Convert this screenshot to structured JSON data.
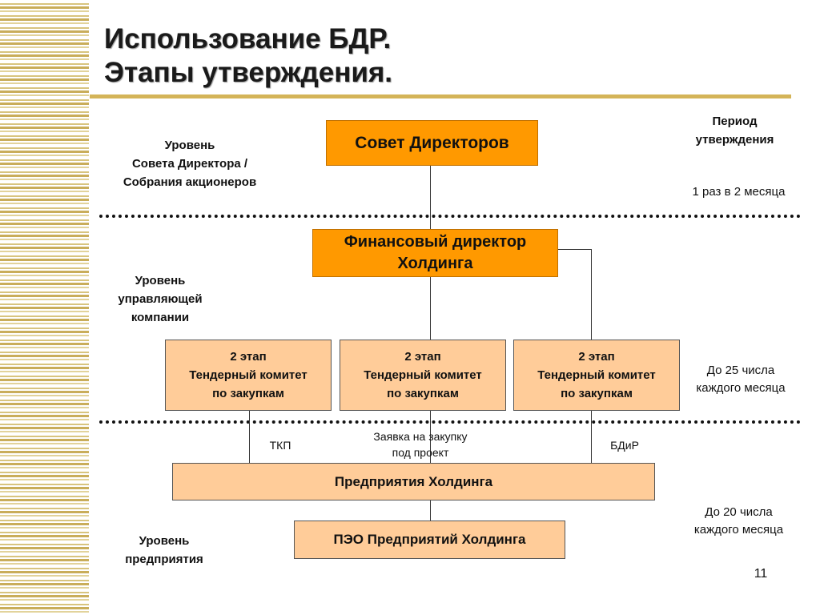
{
  "title": {
    "line1": "Использование БДР.",
    "line2": "Этапы утверждения."
  },
  "levels": {
    "board": [
      "Уровень",
      "Совета Директора /",
      "Собрания акционеров"
    ],
    "management": [
      "Уровень",
      "управляющей",
      "компании"
    ],
    "enterprise": [
      "Уровень",
      "предприятия"
    ]
  },
  "period": {
    "header": [
      "Период",
      "утверждения"
    ],
    "board": "1 раз в 2 месяца",
    "management": [
      "До 25 числа",
      "каждого месяца"
    ],
    "enterprise": [
      "До 20 числа",
      "каждого месяца"
    ]
  },
  "nodes": {
    "board": "Совет Директоров",
    "cfo": [
      "Финансовый директор",
      "Холдинга"
    ],
    "tender": [
      [
        "2 этап",
        "Тендерный комитет",
        "по закупкам"
      ],
      [
        "2 этап",
        "Тендерный комитет",
        "по закупкам"
      ],
      [
        "2 этап",
        "Тендерный комитет",
        "по закупкам"
      ]
    ],
    "enterprises": "Предприятия Холдинга",
    "peo": "ПЭО Предприятий Холдинга"
  },
  "edge_labels": {
    "tkp": "ТКП",
    "request": [
      "Заявка на закупку",
      "под проект"
    ],
    "bdir": "БДиР"
  },
  "page_number": "11"
}
